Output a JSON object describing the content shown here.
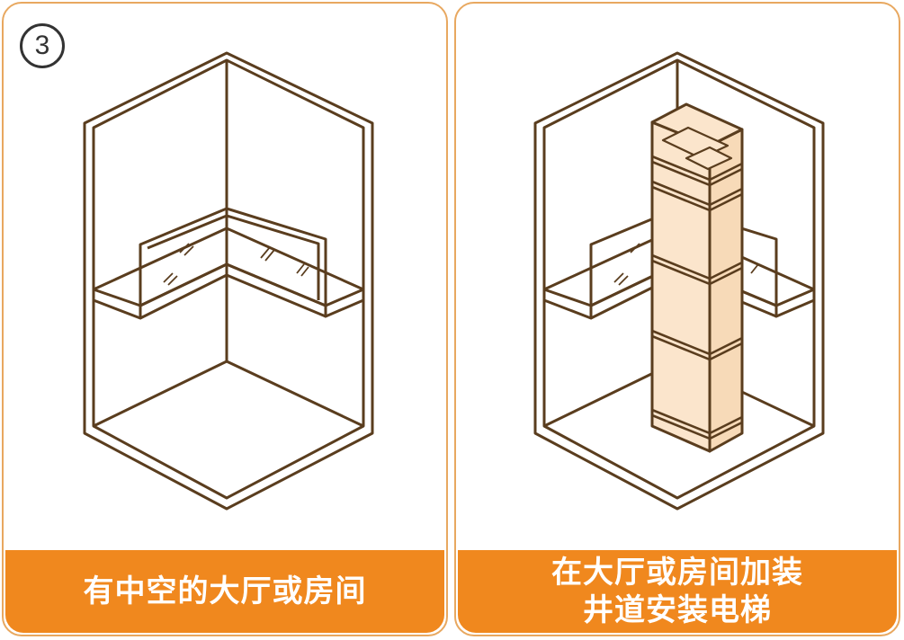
{
  "step_number": "3",
  "left_panel": {
    "caption": "有中空的大厅或房间"
  },
  "right_panel": {
    "caption_line1": "在大厅或房间加装",
    "caption_line2": "井道安装电梯"
  },
  "colors": {
    "panel_border": "#e8a860",
    "caption_bg": "#f0881e",
    "caption_text": "#ffffff",
    "line": "#5a3d1e",
    "shaft_fill": "#fbe5cc"
  }
}
